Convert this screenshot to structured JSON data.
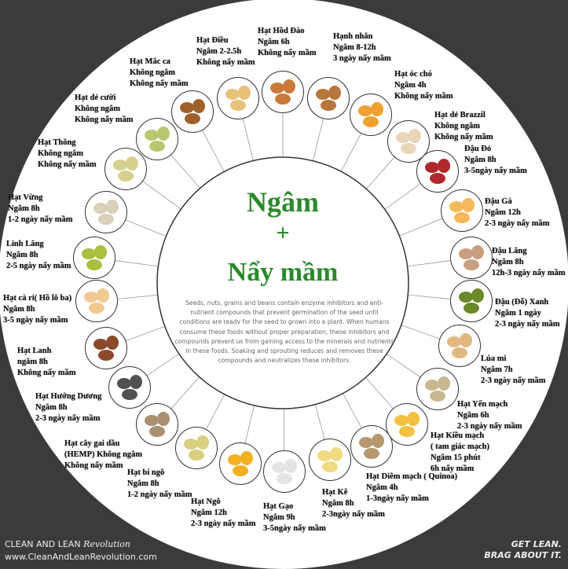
{
  "center": {
    "title_soak": "Ngâm",
    "plus": "+",
    "title_sprout": "Nẩy mầm",
    "description": "Seeds, nuts, grains and beans contain enzyme inhibitors and anti-nutrient compounds that prevent germination of the seed until conditions are ready for the seed to grown into a plant. When humans consume these foods without proper preparation, these inhibitors and compounds prevent us from gaining access to the minerals and nutrients in these foods. Soaking and sprouting reduces and removes these compounds and neutralizes these inhibitors."
  },
  "accent_color": "#2a8a2a",
  "items": [
    {
      "lines": [
        "Hạt Điều",
        "Ngâm 2-2.5h",
        "Không nẩy mầm"
      ]
    },
    {
      "lines": [
        "Hạt Hồd Đào",
        "Ngâm 6h",
        "Không nẩy mầm"
      ]
    },
    {
      "lines": [
        "Hạnh nhân",
        "Ngâm 8-12h",
        "3 ngày nẩy mầm"
      ]
    },
    {
      "lines": [
        "Hạt óc chó",
        "Ngâm 4h",
        "Không nẩy mầm"
      ]
    },
    {
      "lines": [
        "Hạt dẻ Brazzil",
        " Không ngâm",
        "Không nẩy mầm"
      ]
    },
    {
      "lines": [
        "Đậu Đỏ",
        " Ngâm 8h",
        "3-5ngày nẩy mầm"
      ]
    },
    {
      "lines": [
        "Đậu Gà",
        " Ngâm 12h",
        "2-3 ngày nẩy mầm"
      ]
    },
    {
      "lines": [
        "Đậu Lăng",
        "Ngâm 8h",
        "12h-3 ngày nẩy mầm"
      ]
    },
    {
      "lines": [
        "Đậu (Đỗ) Xanh",
        " Ngâm 1 ngày",
        " 2-3 ngày nẩy mầm"
      ]
    },
    {
      "lines": [
        "Lúa mì",
        " Ngâm 7h",
        "2-3 ngày nẩy mầm"
      ]
    },
    {
      "lines": [
        "Hạt Yến mạch",
        " Ngâm 6h",
        "2-3 ngày nẩy mầm"
      ]
    },
    {
      "lines": [
        "Hạt Kiều mạch",
        "( tam giác mạch)",
        " Ngâm 15 phút",
        "6h nẩy mầm"
      ]
    },
    {
      "lines": [
        "Hạt Diêm mạch ( Quinoa)",
        " Ngâm 4h",
        "1-3ngày nẩy mầm"
      ]
    },
    {
      "lines": [
        "Hạt Kê",
        " Ngâm 8h",
        "2-3ngày nẩy mầm"
      ]
    },
    {
      "lines": [
        "Hạt Gạo",
        " Ngâm 9h",
        "3-5ngày nẩy mầm"
      ]
    },
    {
      "lines": [
        "Hạt Ngô",
        " Ngâm 12h",
        "2-3 ngày nẩy mầm"
      ]
    },
    {
      "lines": [
        "Hạt bí ngô",
        " Ngâm 8h",
        "1-2 ngày nẩy mầm"
      ]
    },
    {
      "lines": [
        "Hạt cây gai dầu",
        "(HEMP) Không ngâm",
        "Không nẩy mầm"
      ]
    },
    {
      "lines": [
        "Hạt Hướng Dương",
        "Ngâm 8h",
        "2-3 ngày nẩy mầm"
      ]
    },
    {
      "lines": [
        "Hạt Lanh",
        "ngâm 8h",
        "Không nẩy mầm"
      ]
    },
    {
      "lines": [
        "Hạt cà ri( Hồ lô ba)",
        "Ngâm 8h",
        "3-5 ngày nẩy mầm"
      ]
    },
    {
      "lines": [
        "Linh Lăng",
        "Ngâm 8h",
        "2-5 ngày nẩy mầm"
      ]
    },
    {
      "lines": [
        "Hạt Vừng",
        "Ngâm 8h",
        "1-2 ngày nẩy mầm"
      ]
    },
    {
      "lines": [
        "Hạt Thông",
        "Không ngâm",
        "Không nẩy mầm"
      ]
    },
    {
      "lines": [
        "Hạt dẻ cười",
        "Không ngâm",
        "Không nẩy mầm"
      ]
    },
    {
      "lines": [
        "Hạt  Mắc ca",
        "Không ngâm",
        "Không nẩy mầm"
      ]
    }
  ],
  "footer": {
    "brand": "CLEAN AND LEAN",
    "brand_script": "Revolution",
    "url": "www.CleanAndLeanRevolution.com",
    "slogan_1": "GET LEAN.",
    "slogan_2": "BRAG ABOUT IT."
  }
}
